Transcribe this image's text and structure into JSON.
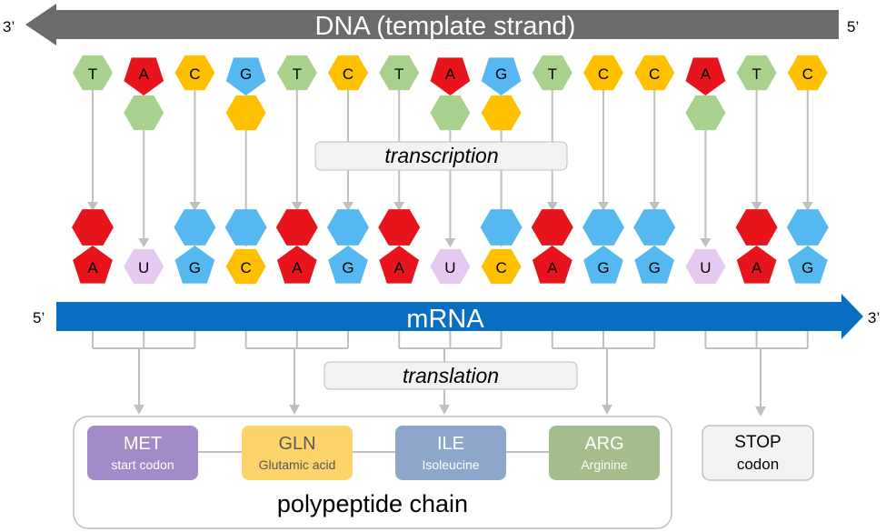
{
  "dna": {
    "label": "DNA (template strand)",
    "end_left": "3’",
    "end_right": "5’",
    "bases": [
      "T",
      "A",
      "C",
      "G",
      "T",
      "C",
      "T",
      "A",
      "G",
      "T",
      "C",
      "C",
      "A",
      "T",
      "C"
    ]
  },
  "mrna": {
    "label": "mRNA",
    "end_left": "5’",
    "end_right": "3’",
    "bases": [
      "A",
      "U",
      "G",
      "C",
      "A",
      "G",
      "A",
      "U",
      "C",
      "A",
      "G",
      "G",
      "U",
      "A",
      "G"
    ]
  },
  "process": {
    "transcription": "transcription",
    "translation": "translation"
  },
  "amino_acids": [
    {
      "abbr": "MET",
      "name": "start codon",
      "color": "#a58ac9",
      "text_color": "#ffffff",
      "sub_color": "#ffffff"
    },
    {
      "abbr": "GLN",
      "name": "Glutamic acid",
      "color": "#fdd46c",
      "text_color": "#595959",
      "sub_color": "#595959"
    },
    {
      "abbr": "ILE",
      "name": "Isoleucine",
      "color": "#8fa6cb",
      "text_color": "#ffffff",
      "sub_color": "#ffffff"
    },
    {
      "abbr": "ARG",
      "name": "Arginine",
      "color": "#a3bd8d",
      "text_color": "#ffffff",
      "sub_color": "#ffffff"
    }
  ],
  "chain_label": "polypeptide chain",
  "stop": {
    "abbr": "STOP",
    "name": "codon",
    "color": "#f2f2f2"
  },
  "base_colors": {
    "A": "#e8141b",
    "T": "#a9d18e",
    "C": "#ffc000",
    "G": "#55b8f0",
    "U": "#e6c9f0"
  },
  "colors": {
    "dna_arrow": "#6b6b6b",
    "mrna_arrow": "#0a6fc2",
    "connector": "#bfbfbf"
  }
}
